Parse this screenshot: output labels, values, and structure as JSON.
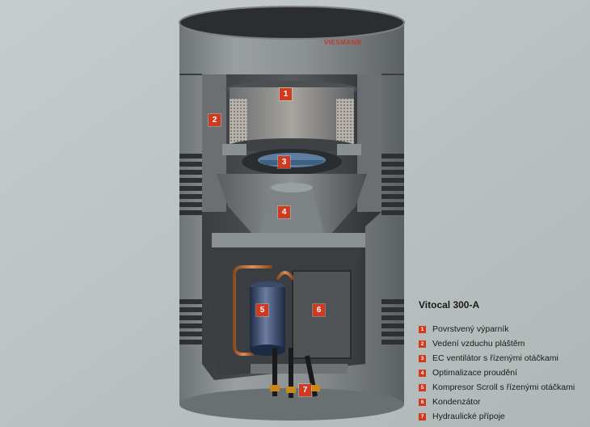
{
  "brand": {
    "logo_text": "VIESMANN",
    "accent": "#d23a1f"
  },
  "legend": {
    "title": "Vitocal 300-A",
    "items": [
      {
        "num": "1",
        "label": "Povrstvený výparník"
      },
      {
        "num": "2",
        "label": "Vedení vzduchu pláštěm"
      },
      {
        "num": "3",
        "label": "EC ventilátor s řízenými otáčkami"
      },
      {
        "num": "4",
        "label": "Optimalizace proudění"
      },
      {
        "num": "5",
        "label": "Kompresor Scroll s řízenými otáčkami"
      },
      {
        "num": "6",
        "label": "Kondenzátor"
      },
      {
        "num": "7",
        "label": "Hydraulické přípoje"
      }
    ]
  },
  "markers": [
    "1",
    "2",
    "3",
    "4",
    "5",
    "6",
    "7"
  ]
}
